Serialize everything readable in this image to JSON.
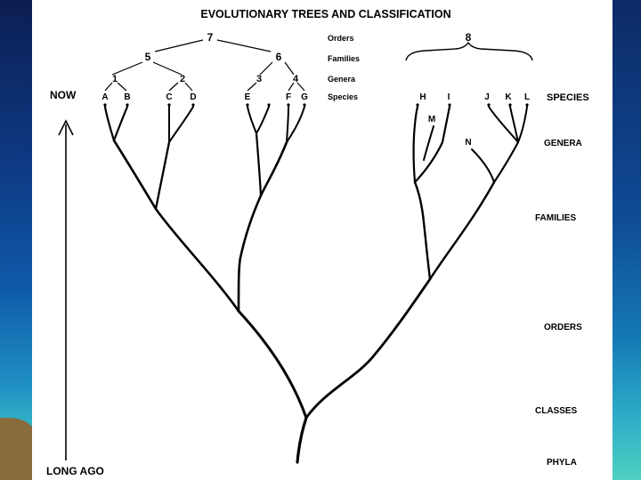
{
  "title": "EVOLUTIONARY TREES AND CLASSIFICATION",
  "time_axis": {
    "top": "NOW",
    "bottom": "LONG AGO"
  },
  "legend_small": {
    "orders": "Orders",
    "families": "Families",
    "genera": "Genera",
    "species": "Species"
  },
  "classification_tree": {
    "order_node": "7",
    "family_nodes": [
      "5",
      "6"
    ],
    "genus_nodes": [
      "1",
      "2",
      "3",
      "4"
    ],
    "species": [
      "A",
      "B",
      "C",
      "D",
      "E",
      "F",
      "G"
    ]
  },
  "right_group": {
    "order_node": "8",
    "species": [
      "H",
      "I",
      "J",
      "K",
      "L"
    ],
    "extinct": [
      "M",
      "N"
    ]
  },
  "levels": [
    "SPECIES",
    "GENERA",
    "FAMILIES",
    "ORDERS",
    "CLASSES",
    "PHYLA"
  ]
}
